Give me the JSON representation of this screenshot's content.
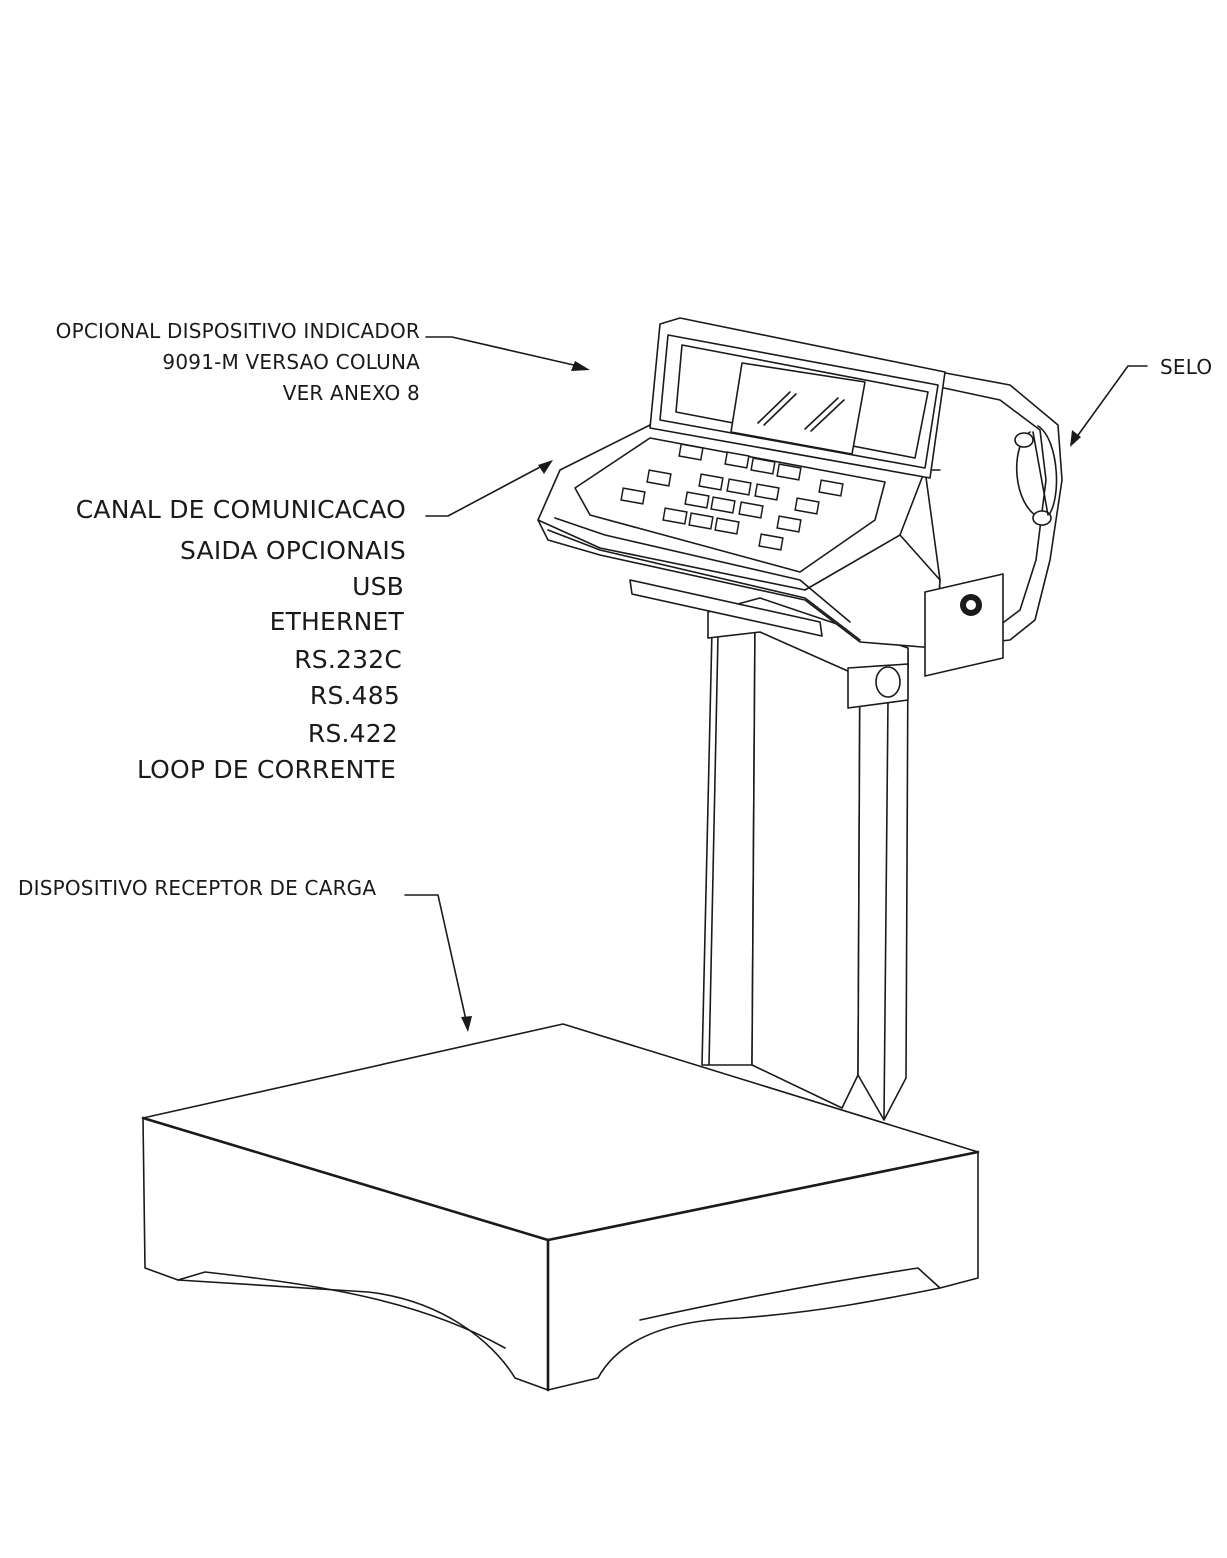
{
  "labels": {
    "indicator": [
      "OPCIONAL DISPOSITIVO INDICADOR",
      "9091-M VERSAO COLUNA",
      "VER ANEXO 8"
    ],
    "seal": "SELO",
    "communication": [
      "CANAL DE COMUNICACAO",
      "SAIDA OPCIONAIS",
      "USB",
      "ETHERNET",
      "RS.232C",
      "RS.485",
      "RS.422",
      "LOOP DE CORRENTE"
    ],
    "receiver": "DISPOSITIVO RECEPTOR DE CARGA"
  }
}
